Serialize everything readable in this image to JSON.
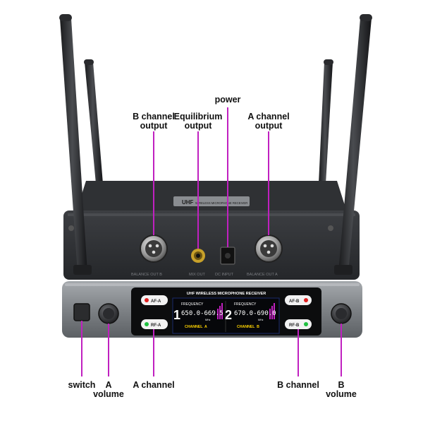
{
  "callouts": {
    "power": "power",
    "b_channel_output": "B channel\noutput",
    "equilibrium_output": "Equilibrium\noutput",
    "a_channel_output": "A channel\noutput",
    "switch": "switch",
    "a_volume": "A\nvolume",
    "a_channel": "A channel",
    "b_channel": "B channel",
    "b_volume": "B\nvolume"
  },
  "device": {
    "rear_brand": "UHF",
    "rear_model": "WIRELESS MICROPHONE RECEIVER",
    "rear_ports": {
      "balance_out_b": "BALANCE OUT B",
      "mix_out": "MIX OUT",
      "dc_input": "DC INPUT",
      "balance_out_a": "BALANCE OUT A"
    },
    "front_title": "UHF WIRELESS MICROPHONE RECEIVER",
    "indicators": {
      "af_a": "AF-A",
      "rf_a": "RF-A",
      "af_b": "AF-B",
      "rf_b": "RF-B"
    },
    "channel1": {
      "number": "1",
      "frequency_label": "FREQUENCY",
      "frequency": "650.0-669.5",
      "unit": "MHz",
      "name": "CHANNEL  A"
    },
    "channel2": {
      "number": "2",
      "frequency_label": "FREQUENCY",
      "frequency": "670.0-690.0",
      "unit": "MHz",
      "name": "CHANNEL  B"
    }
  },
  "colors": {
    "callout_line": "#c020c0",
    "lcd_text": "#ffffff",
    "lcd_accent": "#ffd400",
    "led_red": "#e02020",
    "led_green": "#20c040"
  }
}
